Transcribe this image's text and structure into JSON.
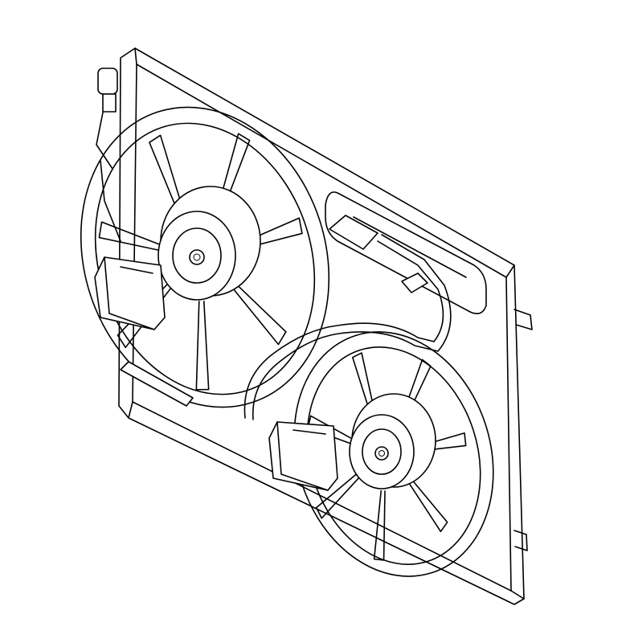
{
  "illustration": {
    "subject": "dual-fan-cooling-assembly",
    "fans": [
      {
        "id": "upper-fan",
        "blade_count": 7
      },
      {
        "id": "lower-fan",
        "blade_count": 7
      }
    ]
  },
  "colors": {
    "line": "#000000",
    "background": "#ffffff"
  }
}
